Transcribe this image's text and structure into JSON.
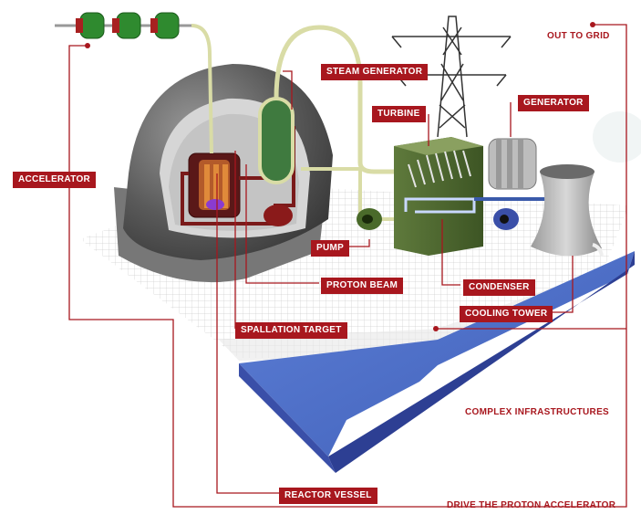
{
  "labels": {
    "out_to_grid": "OUT TO GRID",
    "steam_generator": "STEAM GENERATOR",
    "generator": "GENERATOR",
    "turbine": "TURBINE",
    "accelerator": "ACCELERATOR",
    "pump": "PUMP",
    "proton_beam": "PROTON BEAM",
    "condenser": "CONDENSER",
    "cooling_tower": "COOLING TOWER",
    "spallation_target": "SPALLATION TARGET",
    "complex_infrastructures": "COMPLEX INFRASTRUCTURES",
    "reactor_vessel": "REACTOR VESSEL",
    "drive_the_proton_accelerator": "DRIVE THE PROTON ACCELERATOR"
  },
  "colors": {
    "label_bg": "#a8171e",
    "leader_line": "#a8171e",
    "dome": "#5c5c5c",
    "water": "#4f6fc4",
    "pipe": "#d9dca6",
    "ring": "#2f8a2f"
  }
}
